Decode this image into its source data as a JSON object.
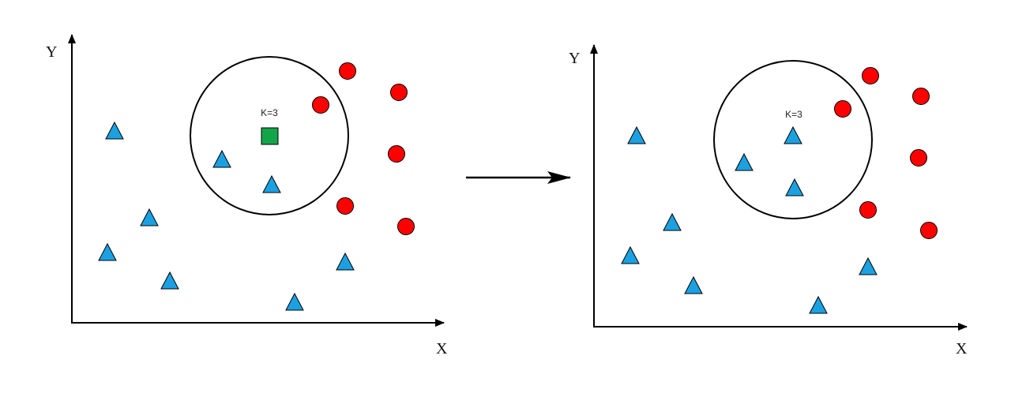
{
  "colors": {
    "triangle": "#1ba1e2",
    "circle_point": "#ff0000",
    "query_square": "#12a54a",
    "stroke": "#000000"
  },
  "left_panel": {
    "x_axis_label": "X",
    "y_axis_label": "Y",
    "k_label": "K=3"
  },
  "right_panel": {
    "x_axis_label": "X",
    "y_axis_label": "Y",
    "k_label": "K=3"
  }
}
